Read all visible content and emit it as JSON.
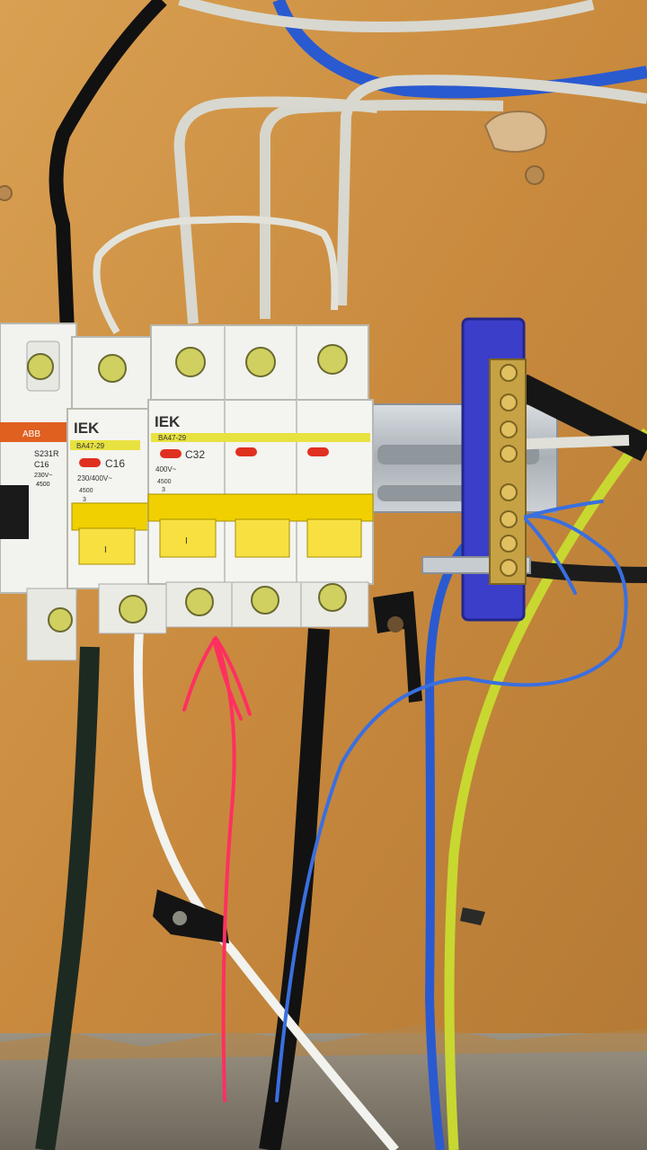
{
  "breakers": {
    "abb": {
      "brand": "ABB",
      "model": "S231R",
      "rating": "C16",
      "voltage": "230V~",
      "capacity": "4500"
    },
    "iek_single": {
      "brand": "IEK",
      "model": "BA47-29",
      "rating": "C16",
      "voltage": "230/400V~",
      "capacity": "4500",
      "class": "3",
      "toggle_mark": "I"
    },
    "iek_triple": {
      "brand": "IEK",
      "model": "BA47-29",
      "rating": "C32",
      "voltage": "400V~",
      "capacity": "4500",
      "class": "3",
      "toggle_mark": "I"
    }
  },
  "annotations": {
    "red_arrow_color": "#ff3060",
    "blue_loop_color": "#3a6fe0"
  },
  "colors": {
    "panel": "#cf9246",
    "din_rail": "#b8bec4",
    "busbar_block": "#3a3ec8",
    "wire_blue": "#2a5ad0",
    "wire_gray": "#d8d8d0",
    "wire_yellow_green": "#c8d830",
    "breaker_yellow": "#f0d000"
  }
}
